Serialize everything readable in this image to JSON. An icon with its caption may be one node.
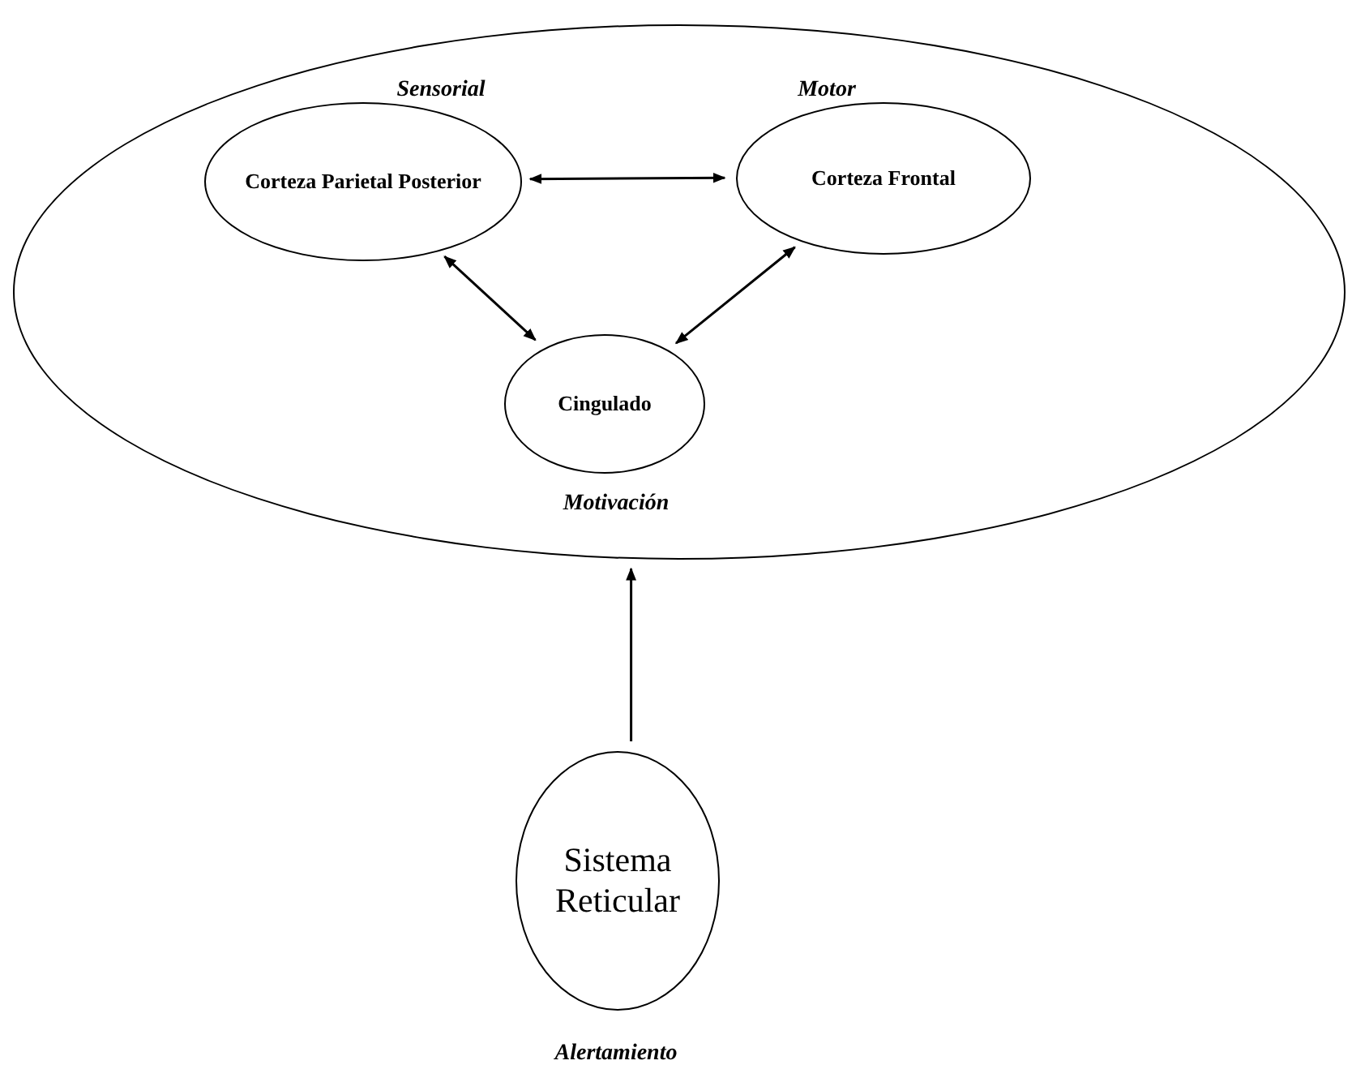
{
  "diagram": {
    "nodes": [
      {
        "text": [],
        "shape": "ellipse"
      },
      {
        "text": [
          "Corteza Parietal Posterior"
        ],
        "in": 0,
        "beside": [
          "Sensorial"
        ]
      },
      {
        "text": [
          "Corteza Frontal"
        ],
        "in": 0,
        "beside": [
          "Motor"
        ]
      },
      {
        "text": [
          "Cingulado"
        ],
        "in": 0,
        "beside": [
          "Motivación"
        ]
      },
      {
        "text": [
          "Sistema Reticular"
        ],
        "beside": [
          "Alertamiento"
        ]
      }
    ],
    "edges": [
      {
        "from": 1,
        "to": 2,
        "arrow": "both"
      },
      {
        "from": 1,
        "to": 3,
        "arrow": "both"
      },
      {
        "from": 3,
        "to": 2,
        "arrow": "both"
      },
      {
        "from": 4,
        "to": 0,
        "arrow": "to"
      }
    ]
  }
}
